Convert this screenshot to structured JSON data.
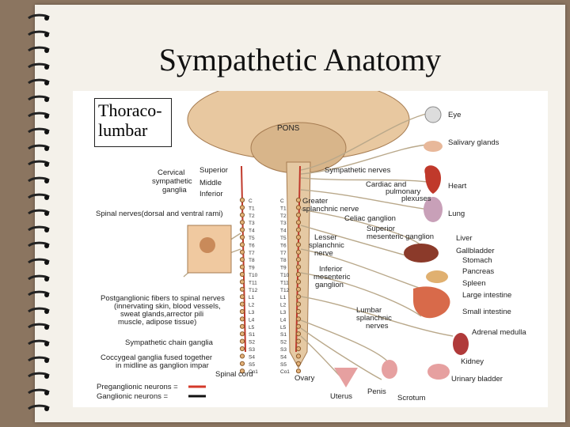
{
  "title": "Sympathetic Anatomy",
  "callout": [
    "Thoraco-",
    "lumbar"
  ],
  "labels": {
    "pons": "PONS",
    "cervical": [
      "Cervical",
      "sympathetic",
      "ganglia"
    ],
    "superior": "Superior",
    "middle": "Middle",
    "inferior": "Inferior",
    "spinal_nerves": "Spinal nerves(dorsal and ventral rami)",
    "postganglionic": [
      "Postganglionic fibers to spinal nerves",
      "(innervating skin, blood vessels,",
      "sweat glands,arrector pili",
      "muscle, adipose tissue)"
    ],
    "chain": "Sympathetic chain ganglia",
    "coccygeal": [
      "Coccygeal ganglia fused together",
      "in midline as ganglion impar"
    ],
    "spinal_cord": "Spinal cord",
    "symp_nerves": "Sympathetic nerves",
    "cardiac": [
      "Cardiac and",
      "pulmonary",
      "plexuses"
    ],
    "greater": [
      "Greater",
      "splanchnic nerve"
    ],
    "celiac": "Celiac ganglion",
    "sup_mes": [
      "Superior",
      "mesenteric ganglion"
    ],
    "lesser": [
      "Lesser",
      "splanchnic",
      "nerve"
    ],
    "inf_mes": [
      "Inferior",
      "mesenteric",
      "ganglion"
    ],
    "lumbar": [
      "Lumbar",
      "splanchnic",
      "nerves"
    ]
  },
  "organs": [
    "Eye",
    "Salivary glands",
    "Heart",
    "Lung",
    "Liver",
    "Gallbladder",
    "Stomach",
    "Pancreas",
    "Spleen",
    "Large intestine",
    "Small intestine",
    "Adrenal medulla",
    "Kidney",
    "Urinary bladder",
    "Scrotum",
    "Penis",
    "Uterus",
    "Ovary"
  ],
  "legend": {
    "pre": "Preganglionic neurons =",
    "post": "Ganglionic neurons ="
  },
  "vertebrae_left": [
    "C",
    "T1",
    "T2",
    "T3",
    "T4",
    "T5",
    "T6",
    "T7",
    "T8",
    "T9",
    "T10",
    "T11",
    "T12",
    "L1",
    "L2",
    "L3",
    "L4",
    "L5",
    "S1",
    "S2",
    "S3",
    "S4",
    "S5",
    "Co1"
  ],
  "colors": {
    "preganglionic": "#d43a2a",
    "ganglionic": "#111111",
    "nerve": "#b9a88a",
    "background": "#8b7560",
    "paper": "#f4f1ea"
  }
}
